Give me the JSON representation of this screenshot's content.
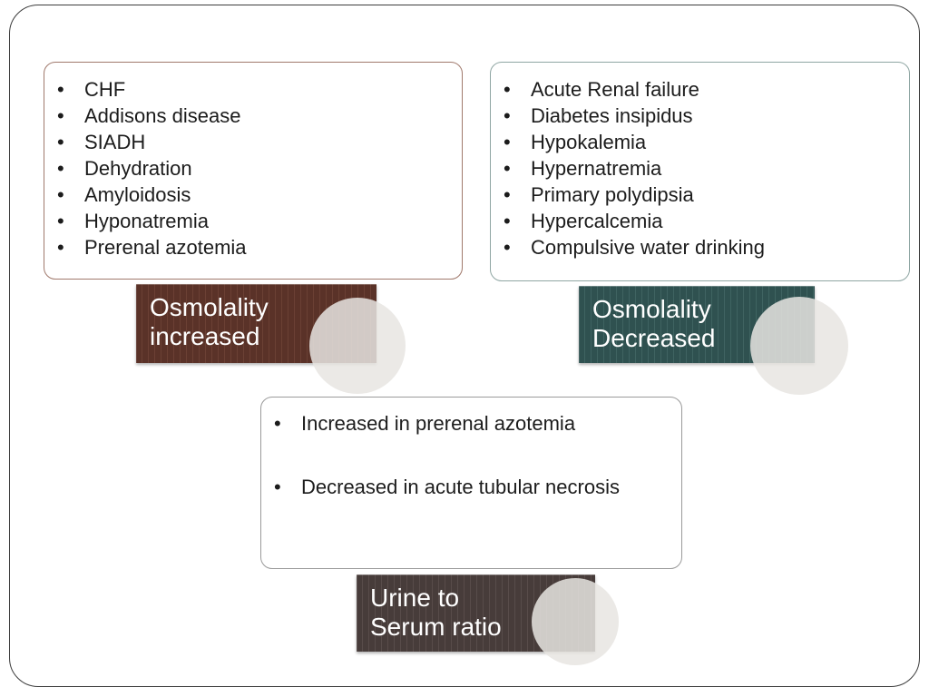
{
  "palette": {
    "brown_plate": "#5a3228",
    "brown_plate_stripe": "#6b4034",
    "teal_plate": "#2f5150",
    "teal_plate_stripe": "#3f6361",
    "taupe_plate": "#473c3a",
    "taupe_plate_stripe": "#584c4a",
    "brown_box_border": "#a0796c",
    "teal_box_border": "#8fa6a3",
    "gray_box_border": "#9a9a9a",
    "circle_fill": "#e8e5e2",
    "frame_border": "#3d3d3d"
  },
  "bullet": "•",
  "increased_group": {
    "causes": [
      "CHF",
      "Addisons disease",
      "SIADH",
      "Dehydration",
      "Amyloidosis",
      "Hyponatremia",
      "Prerenal azotemia"
    ],
    "label_line1": "Osmolality",
    "label_line2": "increased"
  },
  "decreased_group": {
    "causes": [
      "Acute Renal failure",
      "Diabetes insipidus",
      "Hypokalemia",
      "Hypernatremia",
      "Primary polydipsia",
      "Hypercalcemia",
      "Compulsive water drinking"
    ],
    "label_line1": "Osmolality",
    "label_line2": "Decreased"
  },
  "ratio_group": {
    "points": [
      "Increased in prerenal azotemia",
      "Decreased in acute tubular necrosis"
    ],
    "label_line1": "Urine to",
    "label_line2": "Serum ratio"
  }
}
